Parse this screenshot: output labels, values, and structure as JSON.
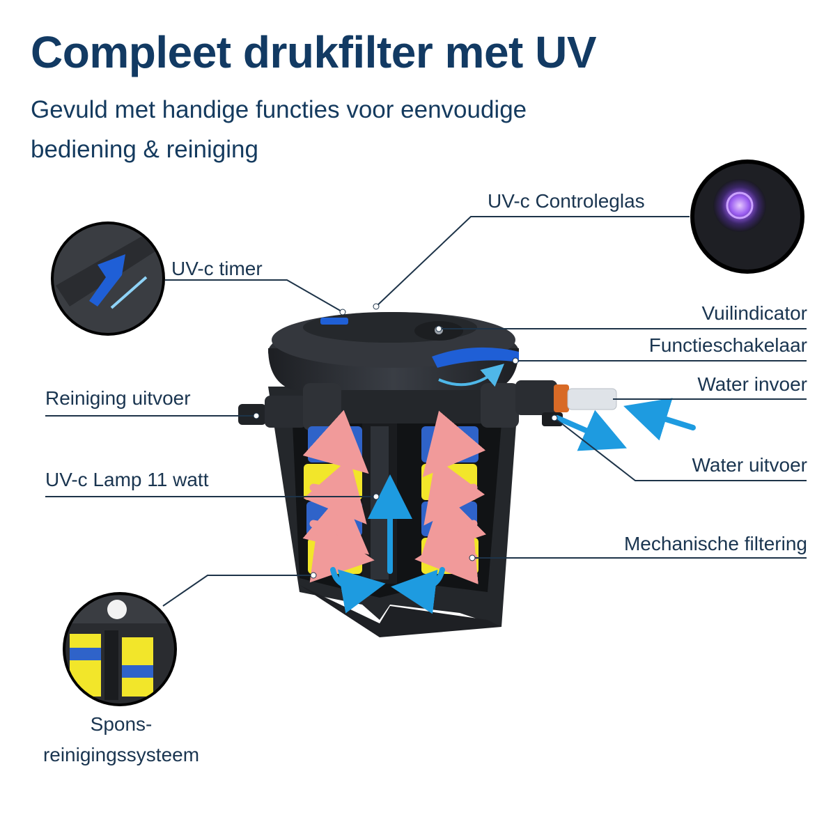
{
  "header": {
    "title": "Compleet drukfilter met UV",
    "subtitle_line1": "Gevuld met handige functies voor eenvoudige",
    "subtitle_line2": "bediening & reiniging"
  },
  "labels": {
    "uv_glass": "UV-c Controleglas",
    "uv_timer": "UV-c timer",
    "dirt_indicator": "Vuilindicator",
    "function_switch": "Functieschakelaar",
    "cleaning_outlet": "Reiniging uitvoer",
    "water_inlet": "Water invoer",
    "water_outlet": "Water uitvoer",
    "uv_lamp": "UV-c Lamp 11 watt",
    "mechanical": "Mechanische filtering",
    "sponge_line1": "Spons-",
    "sponge_line2": "reinigingssysteem"
  },
  "colors": {
    "title": "#123a63",
    "text": "#1a3550",
    "line": "#1d3348",
    "sponge_blue": "#2f63c9",
    "sponge_yellow": "#f2e62a",
    "flow_pink": "#f19a9a",
    "flow_blue": "#1e9be0",
    "housing": "#2b2e33",
    "uv_glow": "#8a4de8"
  },
  "icons": {
    "timer_inset": "timer-close-up-icon",
    "uv_glass_inset": "uv-glass-close-up-icon",
    "sponge_inset": "sponge-system-close-up-icon"
  }
}
